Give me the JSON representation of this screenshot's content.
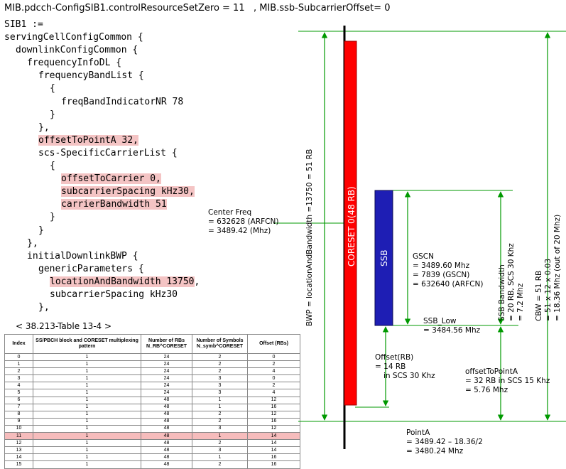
{
  "mib_text": "MIB.pdcch-ConfigSIB1.controlResourceSetZero = 11   , MIB.ssb-SubcarrierOffset= 0",
  "code_lines": [
    {
      "indent": 0,
      "pre": "SIB1 :=",
      "hl": "",
      "post": ""
    },
    {
      "indent": 0,
      "pre": "servingCellConfigCommon {",
      "hl": "",
      "post": ""
    },
    {
      "indent": 1,
      "pre": "downlinkConfigCommon {",
      "hl": "",
      "post": ""
    },
    {
      "indent": 2,
      "pre": "frequencyInfoDL {",
      "hl": "",
      "post": ""
    },
    {
      "indent": 3,
      "pre": "frequencyBandList {",
      "hl": "",
      "post": ""
    },
    {
      "indent": 4,
      "pre": "{",
      "hl": "",
      "post": ""
    },
    {
      "indent": 5,
      "pre": "freqBandIndicatorNR 78",
      "hl": "",
      "post": ""
    },
    {
      "indent": 4,
      "pre": "}",
      "hl": "",
      "post": ""
    },
    {
      "indent": 3,
      "pre": "},",
      "hl": "",
      "post": ""
    },
    {
      "indent": 3,
      "pre": "",
      "hl": "offsetToPointA 32,",
      "post": ""
    },
    {
      "indent": 3,
      "pre": "scs-SpecificCarrierList {",
      "hl": "",
      "post": ""
    },
    {
      "indent": 4,
      "pre": "{",
      "hl": "",
      "post": ""
    },
    {
      "indent": 5,
      "pre": "",
      "hl": "offsetToCarrier 0,",
      "post": ""
    },
    {
      "indent": 5,
      "pre": "",
      "hl": "subcarrierSpacing kHz30,",
      "post": ""
    },
    {
      "indent": 5,
      "pre": "",
      "hl": "carrierBandwidth 51",
      "post": ""
    },
    {
      "indent": 4,
      "pre": "}",
      "hl": "",
      "post": ""
    },
    {
      "indent": 3,
      "pre": "}",
      "hl": "",
      "post": ""
    },
    {
      "indent": 2,
      "pre": "},",
      "hl": "",
      "post": ""
    },
    {
      "indent": 2,
      "pre": "initialDownlinkBWP {",
      "hl": "",
      "post": ""
    },
    {
      "indent": 3,
      "pre": "genericParameters {",
      "hl": "",
      "post": ""
    },
    {
      "indent": 4,
      "pre": "",
      "hl": "locationAndBandwidth 13750",
      "post": ","
    },
    {
      "indent": 4,
      "pre": "subcarrierSpacing kHz30",
      "hl": "",
      "post": ""
    },
    {
      "indent": 3,
      "pre": "},",
      "hl": "",
      "post": ""
    }
  ],
  "table": {
    "caption": "< 38.213-Table 13-4 >",
    "headers": [
      "Index",
      "SS/PBCH block and CORESET multiplexing pattern",
      "Number of RBs N_RB^CORESET",
      "Number of Symbols N_symb^CORESET",
      "Offset (RBs)"
    ],
    "rows": [
      [
        "0",
        "1",
        "24",
        "2",
        "0"
      ],
      [
        "1",
        "1",
        "24",
        "2",
        "2"
      ],
      [
        "2",
        "1",
        "24",
        "2",
        "4"
      ],
      [
        "3",
        "1",
        "24",
        "3",
        "0"
      ],
      [
        "4",
        "1",
        "24",
        "3",
        "2"
      ],
      [
        "5",
        "1",
        "24",
        "3",
        "4"
      ],
      [
        "6",
        "1",
        "48",
        "1",
        "12"
      ],
      [
        "7",
        "1",
        "48",
        "1",
        "16"
      ],
      [
        "8",
        "1",
        "48",
        "2",
        "12"
      ],
      [
        "9",
        "1",
        "48",
        "2",
        "16"
      ],
      [
        "10",
        "1",
        "48",
        "3",
        "12"
      ],
      [
        "11",
        "1",
        "48",
        "1",
        "14"
      ],
      [
        "12",
        "1",
        "48",
        "2",
        "14"
      ],
      [
        "13",
        "1",
        "48",
        "3",
        "14"
      ],
      [
        "14",
        "1",
        "48",
        "1",
        "16"
      ],
      [
        "15",
        "1",
        "48",
        "2",
        "16"
      ]
    ],
    "selected_index": "11"
  },
  "diagram": {
    "coreset_label": "CORESET 0(48 RB)",
    "ssb_label": "SSB",
    "bwp_label": "BWP = locationAndBandwidth =13750 = 51 RB",
    "cbw_lines": [
      "CBW = 51 RB",
      "= 51 x 12 x 0.03",
      "= 18.36 Mhz (out of 20 Mhz)"
    ],
    "ssb_bw_lines": [
      "SSB Bandwidth",
      "= 20 RB, SCS 30 Khz",
      "= 7.2 Mhz"
    ],
    "center_freq_lines": [
      "Center Freq",
      "= 632628 (ARFCN)",
      "= 3489.42 (Mhz)"
    ],
    "gscn_lines": [
      "GSCN",
      "= 3489.60 Mhz",
      "= 7839 (GSCN)",
      "= 632640 (ARFCN)"
    ],
    "ssb_low_lines": [
      "SSB_Low",
      "= 3484.56 Mhz"
    ],
    "offset_rb_lines": [
      "Offset(RB)",
      "= 14 RB",
      "in SCS 30 Khz"
    ],
    "offset_to_pointa_lines": [
      "offsetToPointA",
      "= 32 RB in SCS 15 Khz",
      "= 5.76 Mhz"
    ],
    "pointa_lines": [
      "PointA",
      "= 3489.42 – 18.36/2",
      "= 3480.24 Mhz"
    ],
    "colors": {
      "coreset": "#ff0000",
      "ssb": "#1e1eb4",
      "arrow": "#009900",
      "axis": "#000000"
    }
  }
}
